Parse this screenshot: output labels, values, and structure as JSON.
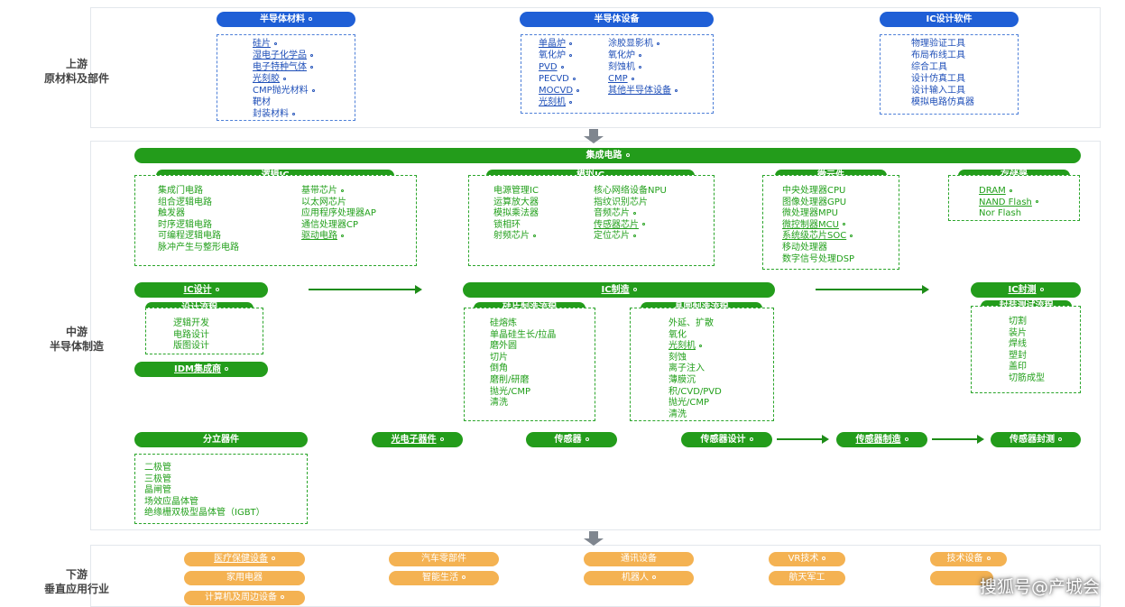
{
  "sections": {
    "upstream_label_1": "上游",
    "upstream_label_2": "原材料及部件",
    "midstream_label_1": "中游",
    "midstream_label_2": "半导体制造",
    "downstream_label_1": "下游",
    "downstream_label_2": "垂直应用行业"
  },
  "upstream": {
    "materials": {
      "title": "半导体材料",
      "items": [
        "硅片",
        "湿电子化学品",
        "电子特种气体",
        "光刻胶",
        "CMP抛光材料",
        "靶材",
        "封装材料"
      ]
    },
    "equipment": {
      "title": "半导体设备",
      "col1": [
        "单晶炉",
        "氧化炉",
        "PVD",
        "PECVD",
        "MOCVD",
        "光刻机"
      ],
      "col2": [
        "涂胶显影机",
        "氧化炉",
        "刻蚀机",
        "CMP",
        "其他半导体设备"
      ]
    },
    "eda": {
      "title": "IC设计软件",
      "items": [
        "物理验证工具",
        "布局布线工具",
        "综合工具",
        "设计仿真工具",
        "设计输入工具",
        "模拟电路仿真器"
      ]
    }
  },
  "midstream": {
    "ic_title": "集成电路",
    "logic": {
      "title": "逻辑IC",
      "col1": [
        "集成门电路",
        "组合逻辑电路",
        "触发器",
        "时序逻辑电路",
        "可编程逻辑电路",
        "脉冲产生与整形电路"
      ],
      "col2": [
        "基带芯片",
        "以太网芯片",
        "应用程序处理器AP",
        "通信处理器CP",
        "驱动电路"
      ]
    },
    "analog": {
      "title": "模拟IC",
      "col1": [
        "电源管理IC",
        "运算放大器",
        "模拟乘法器",
        "锁相环",
        "射频芯片"
      ],
      "col2": [
        "核心网络设备NPU",
        "指纹识别芯片",
        "音频芯片",
        "传感器芯片",
        "定位芯片"
      ]
    },
    "micro": {
      "title": "微元件",
      "items": [
        "中央处理器CPU",
        "图像处理器GPU",
        "微处理器MPU",
        "微控制器MCU",
        "系统级芯片SOC",
        "移动处理器",
        "数字信号处理DSP"
      ]
    },
    "memory": {
      "title": "存储器",
      "items": [
        "DRAM",
        "NAND Flash",
        "Nor Flash"
      ]
    },
    "ic_design": "IC设计",
    "design_flow": {
      "title": "设计流程",
      "items": [
        "逻辑开发",
        "电路设计",
        "版图设计"
      ]
    },
    "idm": "IDM集成商",
    "ic_manufacture": "IC制造",
    "wafer_flow": {
      "title": "硅片制造流程",
      "items": [
        "硅熔炼",
        "单晶硅生长/拉晶",
        "磨外圆",
        "切片",
        "倒角",
        "磨削/研磨",
        "抛光/CMP",
        "清洗"
      ]
    },
    "fab_flow": {
      "title": "晶圆制造流程",
      "items": [
        "外延、扩散",
        "氧化",
        "光刻机",
        "刻蚀",
        "离子注入",
        "薄膜沉",
        "积/CVD/PVD",
        "抛光/CMP",
        "清洗"
      ]
    },
    "ic_package": "IC封测",
    "package_flow": {
      "title": "封装测试流程",
      "items": [
        "切割",
        "装片",
        "焊线",
        "塑封",
        "盖印",
        "切筋成型"
      ]
    },
    "discrete": {
      "title": "分立器件",
      "items": [
        "二极管",
        "三极管",
        "晶闸管",
        "场效应晶体管",
        "绝缘栅双极型晶体管（IGBT）"
      ]
    },
    "optoelectronic": "光电子器件",
    "sensor": "传感器",
    "sensor_design": "传感器设计",
    "sensor_manufacture": "传感器制造",
    "sensor_package": "传感器封测"
  },
  "downstream": {
    "items": [
      "医疗保健设备",
      "汽车零部件",
      "通讯设备",
      "VR技术",
      "技术设备",
      "家用电器",
      "智能生活",
      "机器人",
      "航天军工",
      "计算机及周边设备"
    ]
  },
  "watermark": "搜狐号@产城会",
  "colors": {
    "blue": "#1f5fd6",
    "green": "#239c1b",
    "orange": "#f4b252"
  }
}
